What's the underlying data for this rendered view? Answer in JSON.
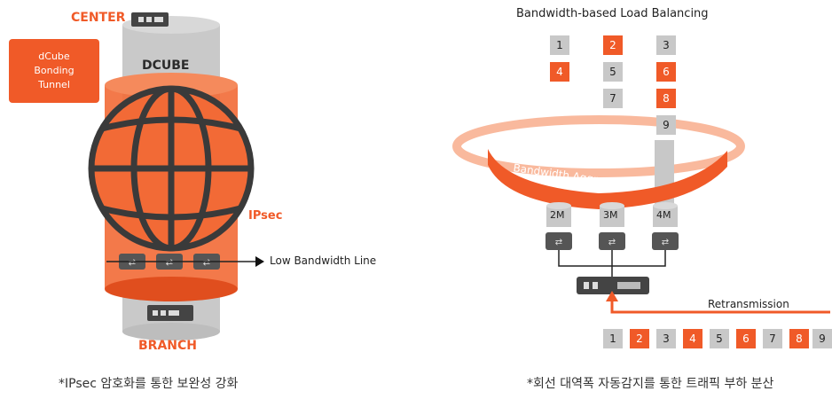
{
  "left": {
    "center_label": "CENTER",
    "dcube_label": "DCUBE",
    "branch_label": "BRANCH",
    "ipsec_label": "IPsec",
    "bonding_tunnel": [
      "dCube",
      "Bonding",
      "Tunnel"
    ],
    "low_bandwidth_line": "Low Bandwidth Line",
    "caption": "*IPsec 암호화를 통한 보완성 강화"
  },
  "right": {
    "title": "Bandwidth-based Load Balancing",
    "aggregation_label": "Bandwidth Aggregation",
    "lines": [
      "2M",
      "3M",
      "4M"
    ],
    "packet_columns": [
      [
        "1",
        "4"
      ],
      [
        "2",
        "5",
        "7"
      ],
      [
        "3",
        "6",
        "8",
        "9"
      ]
    ],
    "sequence": [
      "1",
      "2",
      "3",
      "4",
      "5",
      "6",
      "7",
      "8",
      "9"
    ],
    "retransmission_label": "Retransmission",
    "caption": "*회선 대역폭 자동감지를 통한 트래픽 부하 분산"
  },
  "colors": {
    "accent": "#f05a28",
    "gray_box": "#c8c8c8",
    "cylinder_gray": "#bdbdbd",
    "dark": "#333333"
  },
  "icons": {
    "server": "server-icon",
    "router": "router-icon",
    "globe": "globe-icon",
    "arrow": "arrow-right-icon"
  }
}
